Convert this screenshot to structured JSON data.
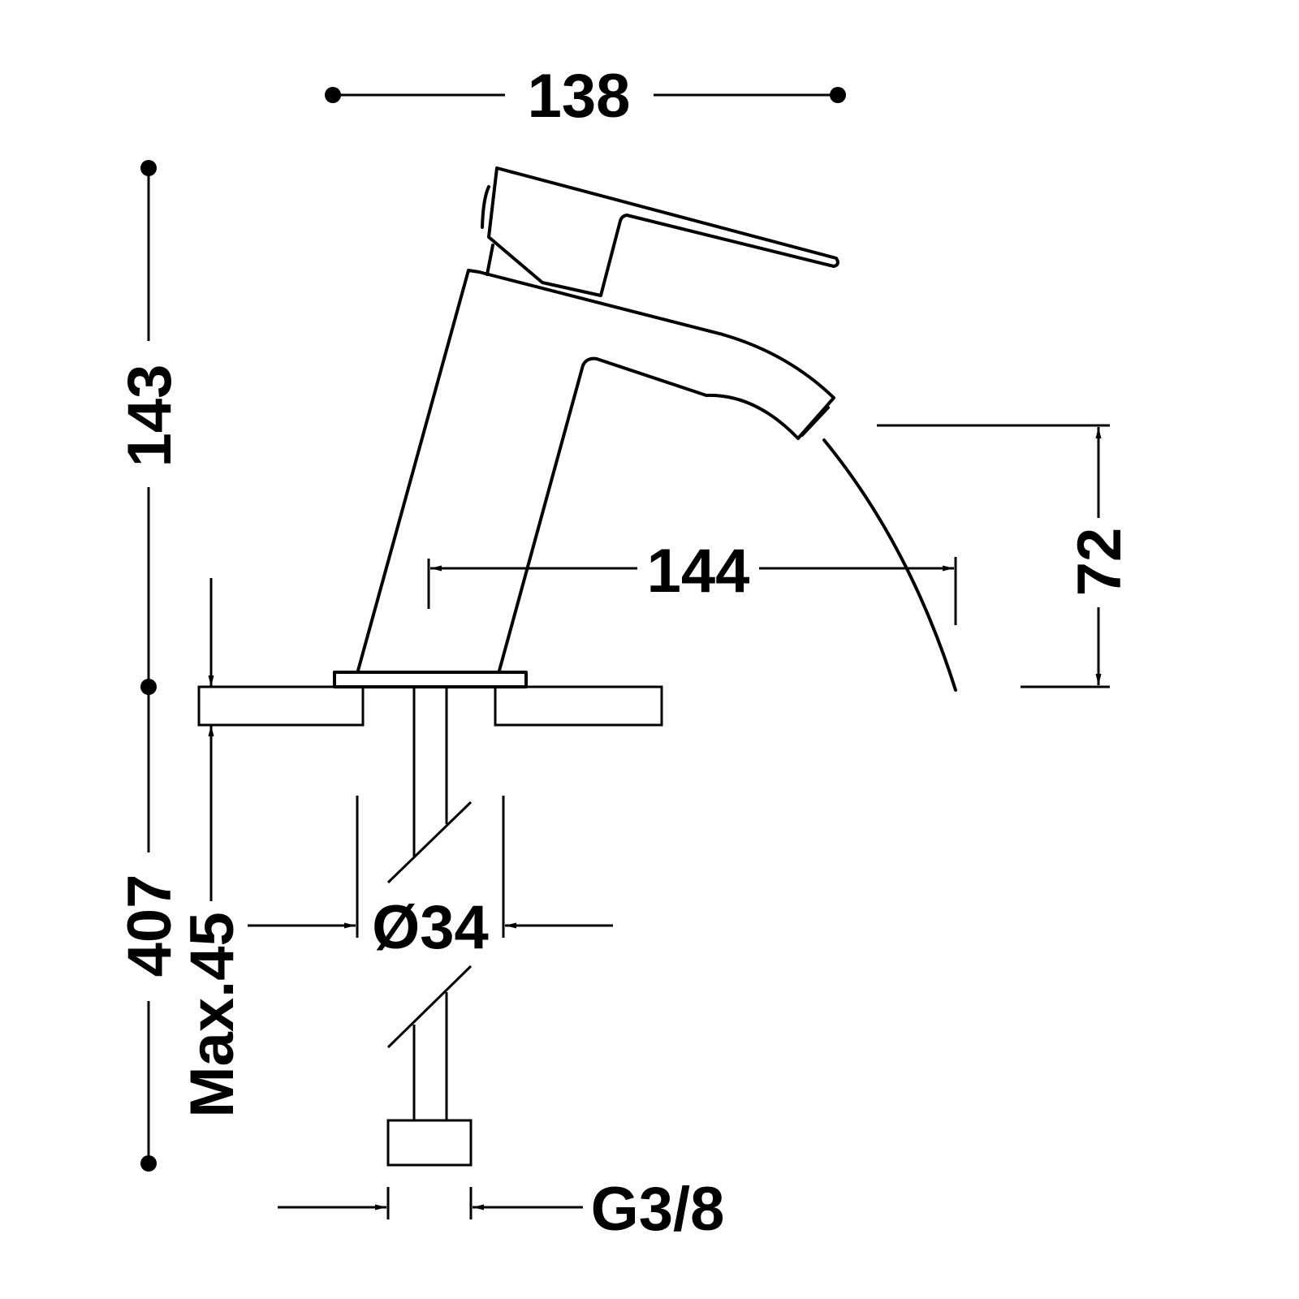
{
  "title": "Basin mixer faucet dimension drawing",
  "dimensions": {
    "width": "138",
    "height": "143",
    "total_length": "407",
    "max_thickness": "Max.45",
    "spout_reach": "144",
    "spout_height": "72",
    "hole_diameter": "Ø34",
    "connection": "G3/8"
  },
  "colors": {
    "line": "#000000",
    "background": "#ffffff"
  }
}
